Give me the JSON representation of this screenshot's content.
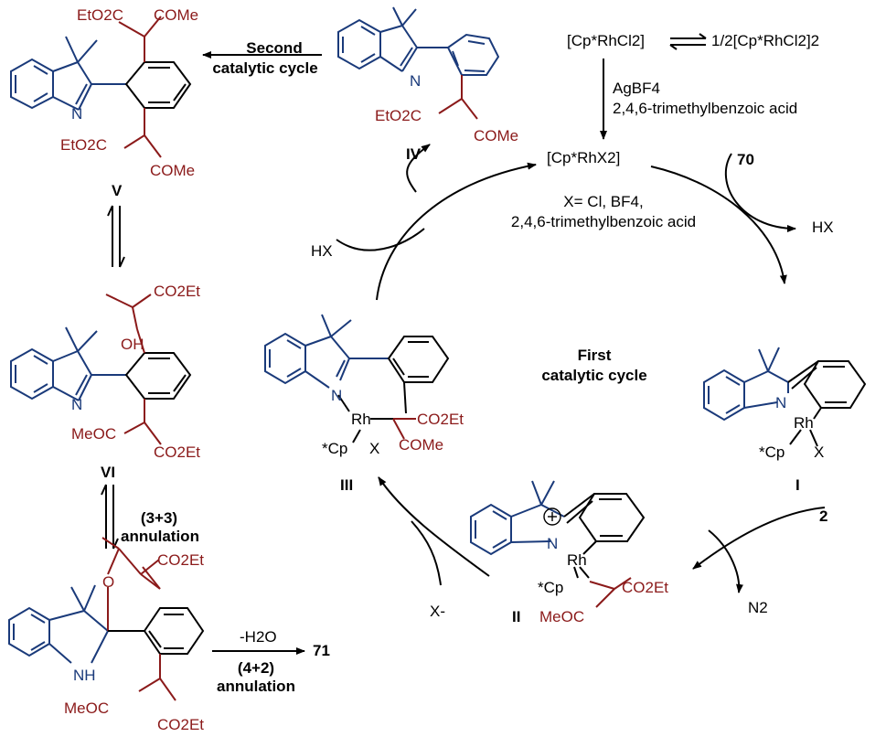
{
  "precatalyst": {
    "monomer": "[Cp*RhCl2]",
    "dimer": "1/2[Cp*RhCl2]2",
    "reagent_1": "AgBF4",
    "reagent_2": "2,4,6-trimethylbenzoic acid",
    "active_catalyst": "[Cp*RhX2]",
    "x_definition_1": "X= Cl, BF4,",
    "x_definition_2": "2,4,6-trimethylbenzoic acid"
  },
  "first_cycle": {
    "title_line1": "First",
    "title_line2": "catalytic cycle",
    "substrate_70": "70",
    "hx_release": "HX",
    "reagent_2": "2",
    "n2_release": "N2",
    "x_minus": "X-",
    "hx_uptake": "HX"
  },
  "second_cycle": {
    "label_line1": "Second",
    "label_line2": "catalytic cycle"
  },
  "annulation_33": {
    "line1": "(3+3)",
    "line2": "annulation"
  },
  "annulation_42": {
    "minus_water": "-H2O",
    "line1": "(4+2)",
    "line2": "annulation",
    "product": "71"
  },
  "intermediates": {
    "I": {
      "label": "I",
      "rh": "Rh",
      "cp": "*Cp",
      "x": "X",
      "n": "N"
    },
    "II": {
      "label": "II",
      "rh": "Rh",
      "cp": "*Cp",
      "n": "N",
      "co2et": "CO2Et",
      "meoc": "MeOC"
    },
    "III": {
      "label": "III",
      "rh": "Rh",
      "cp": "*Cp",
      "x": "X",
      "n": "N",
      "co2et": "CO2Et",
      "come": "COMe"
    },
    "IV": {
      "label": "IV",
      "n": "N",
      "eto2c": "EtO2C",
      "come": "COMe"
    },
    "V": {
      "label": "V",
      "n": "N",
      "eto2c_top": "EtO2C",
      "come_top": "COMe",
      "eto2c_bottom": "EtO2C",
      "come_bottom": "COMe"
    },
    "VI": {
      "label": "VI",
      "n": "N",
      "oh": "OH",
      "co2et_top": "CO2Et",
      "meoc": "MeOC",
      "co2et_bottom": "CO2Et"
    },
    "VII": {
      "nh": "NH",
      "o": "O",
      "co2et_top": "CO2Et",
      "meoc": "MeOC",
      "co2et_bottom": "CO2Et"
    }
  },
  "colors": {
    "indole": "#1a3a7a",
    "sidechain": "#8b1a1a",
    "text": "#000000"
  }
}
